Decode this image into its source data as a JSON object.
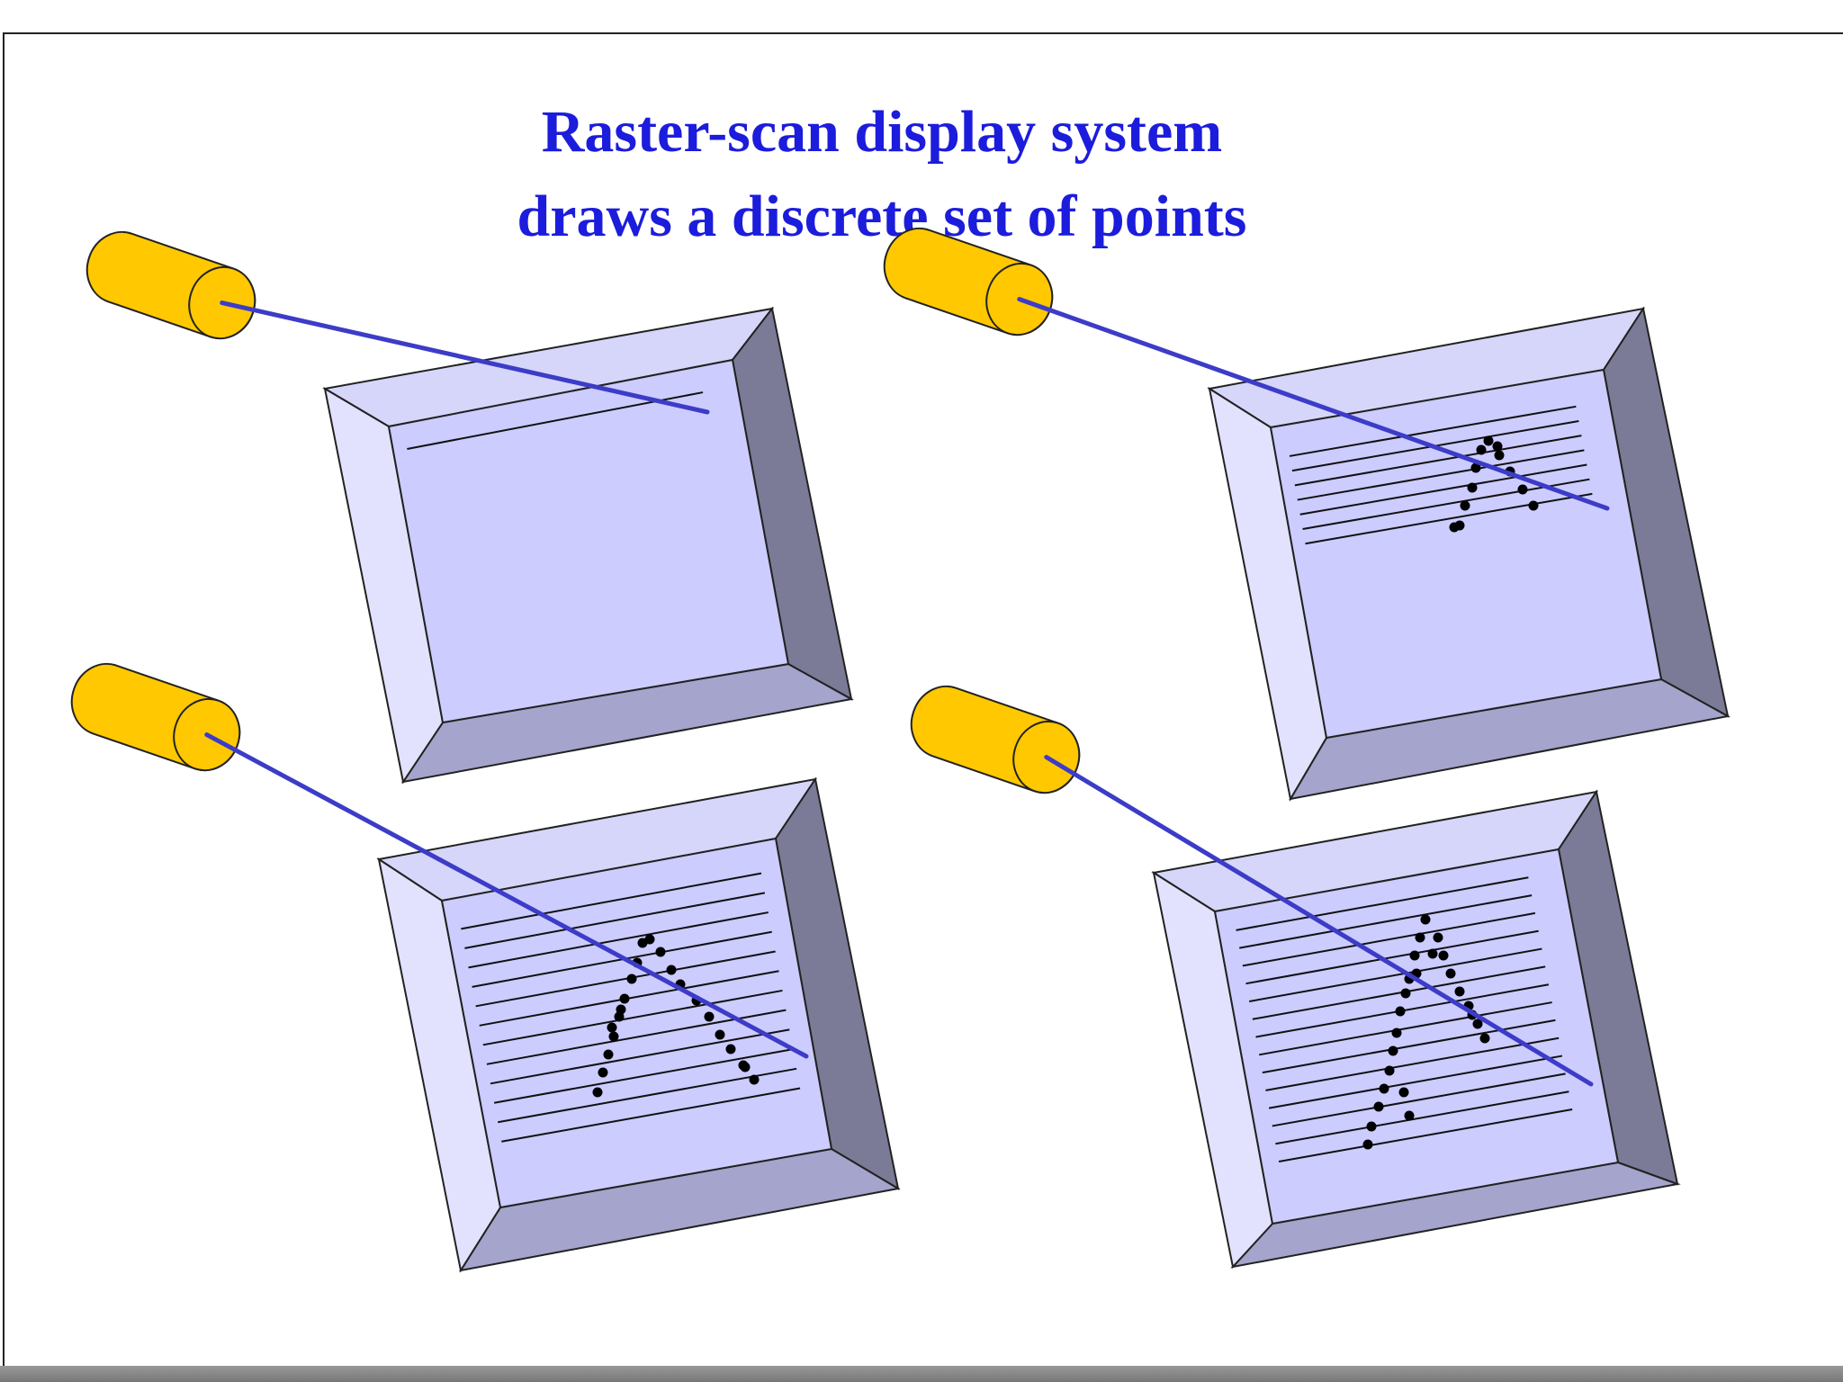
{
  "title": {
    "line1": "Raster-scan display system",
    "line2": "draws a discrete set of points"
  },
  "colors": {
    "title": "#1c1cdc",
    "beam": "#3c3cc8",
    "gun": "#ffc800",
    "screen": "#ccccff",
    "bezel_top": "#d6d6fa",
    "bezel_left": "#e2e2fe",
    "bezel_right": "#7b7b98",
    "bezel_bottom": "#a4a4cc"
  },
  "panels": [
    {
      "name": "scan-stage-1",
      "lines_drawn": 1,
      "dots_drawn": 0
    },
    {
      "name": "scan-stage-2",
      "lines_drawn": 7,
      "dots_drawn": 12
    },
    {
      "name": "scan-stage-3",
      "lines_drawn": 12,
      "dots_drawn": 22
    },
    {
      "name": "scan-stage-4",
      "lines_drawn": 14,
      "dots_drawn": 25
    }
  ]
}
